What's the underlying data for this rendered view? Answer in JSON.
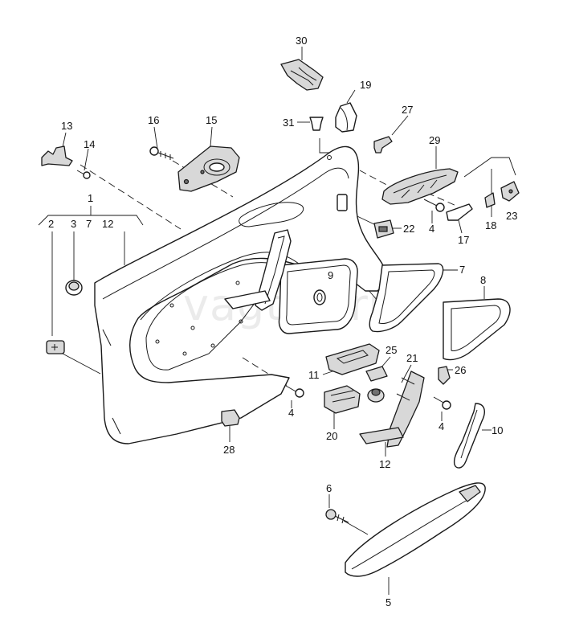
{
  "colors": {
    "line": "#1a1a1a",
    "fill": "#ffffff",
    "shade": "#d8d8d8"
  },
  "watermark": "vagtec.ru",
  "callouts": {
    "c1": "1",
    "c2": "2",
    "c3": "3",
    "c4a": "4",
    "c4b": "4",
    "c4c": "4",
    "c5": "5",
    "c6": "6",
    "c7a": "7",
    "c7b": "7",
    "c8": "8",
    "c9": "9",
    "c10": "10",
    "c11": "11",
    "c12a": "12",
    "c12b": "12",
    "c13": "13",
    "c14": "14",
    "c15": "15",
    "c16": "16",
    "c17": "17",
    "c18": "18",
    "c19": "19",
    "c20": "20",
    "c21": "21",
    "c22": "22",
    "c23": "23",
    "c25": "25",
    "c26": "26",
    "c27": "27",
    "c28": "28",
    "c29": "29",
    "c30": "30",
    "c31": "31"
  }
}
